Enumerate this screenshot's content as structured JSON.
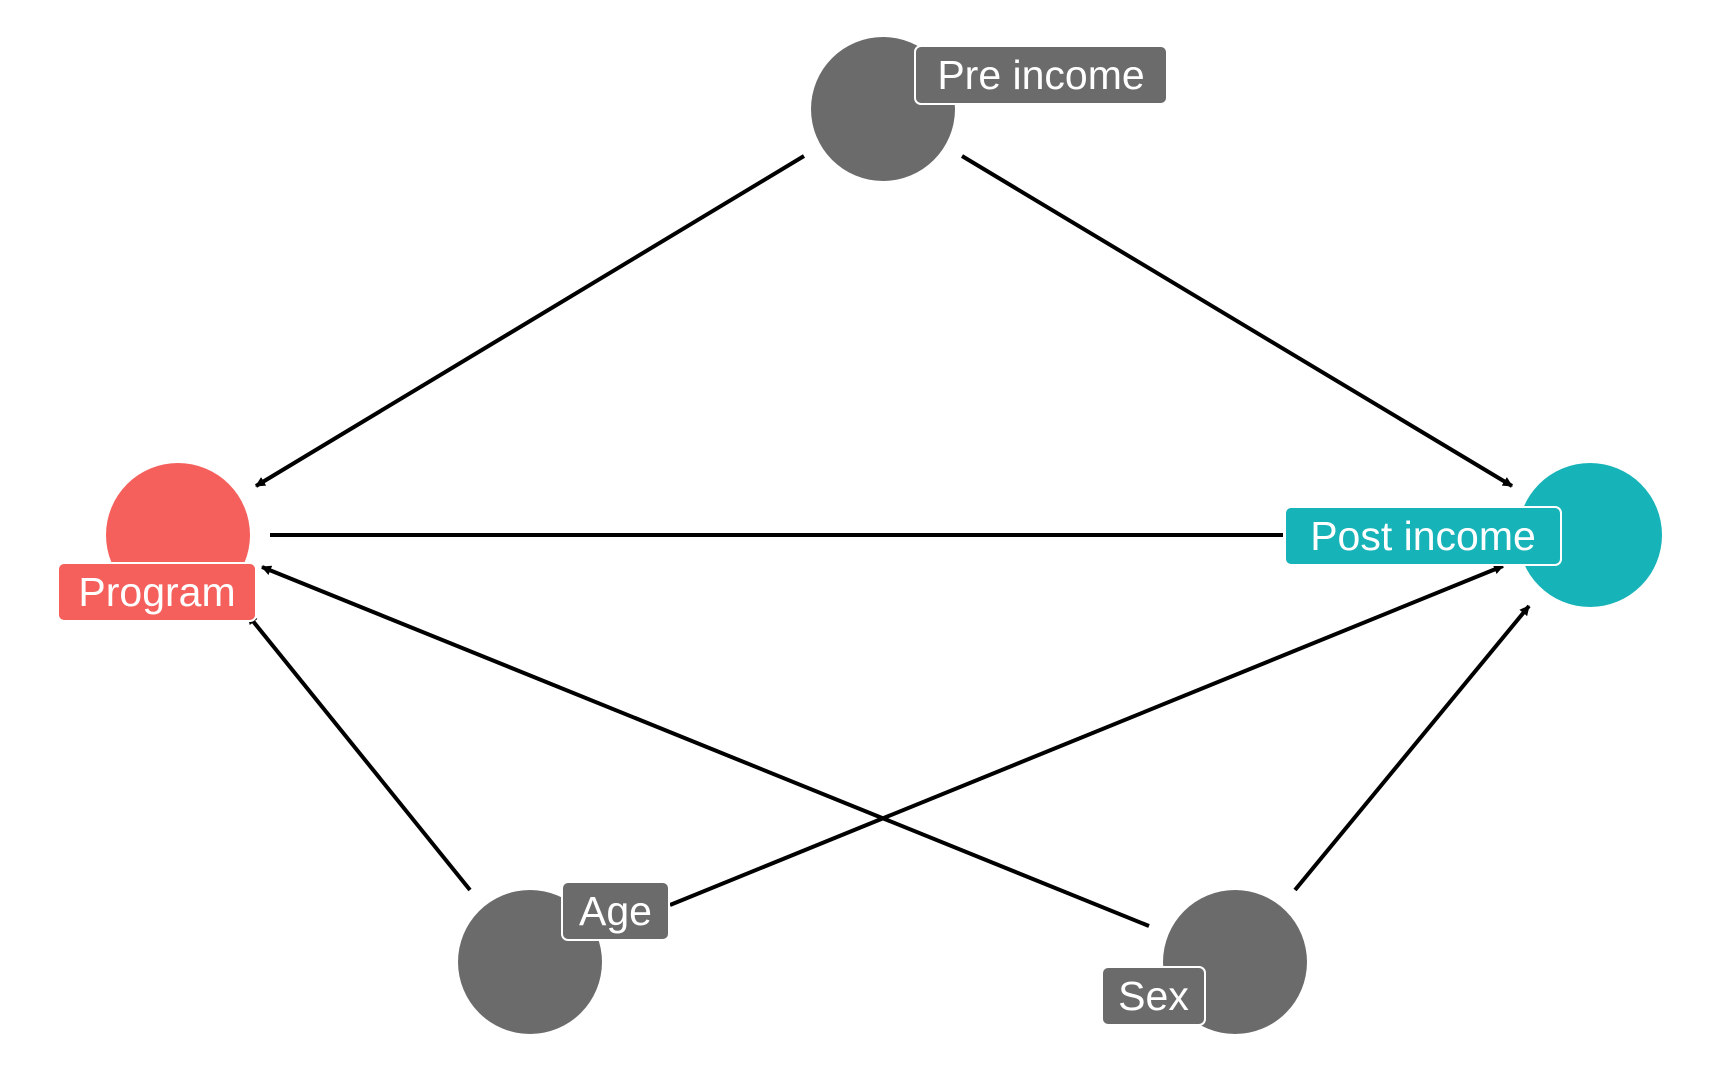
{
  "diagram": {
    "nodes": [
      {
        "id": "pre_income",
        "label": "Pre income",
        "role": "confounder",
        "color": "#6b6b6b"
      },
      {
        "id": "program",
        "label": "Program",
        "role": "exposure",
        "color": "#f5605c"
      },
      {
        "id": "post_income",
        "label": "Post income",
        "role": "outcome",
        "color": "#16b3b8"
      },
      {
        "id": "age",
        "label": "Age",
        "role": "confounder",
        "color": "#6b6b6b"
      },
      {
        "id": "sex",
        "label": "Sex",
        "role": "confounder",
        "color": "#6b6b6b"
      }
    ],
    "edges": [
      {
        "from": "pre_income",
        "to": "program"
      },
      {
        "from": "pre_income",
        "to": "post_income"
      },
      {
        "from": "program",
        "to": "post_income"
      },
      {
        "from": "age",
        "to": "program"
      },
      {
        "from": "age",
        "to": "post_income"
      },
      {
        "from": "sex",
        "to": "program"
      },
      {
        "from": "sex",
        "to": "post_income"
      }
    ],
    "colors": {
      "edge": "#000000",
      "label_border": "#ffffff",
      "label_text": "#ffffff"
    }
  }
}
